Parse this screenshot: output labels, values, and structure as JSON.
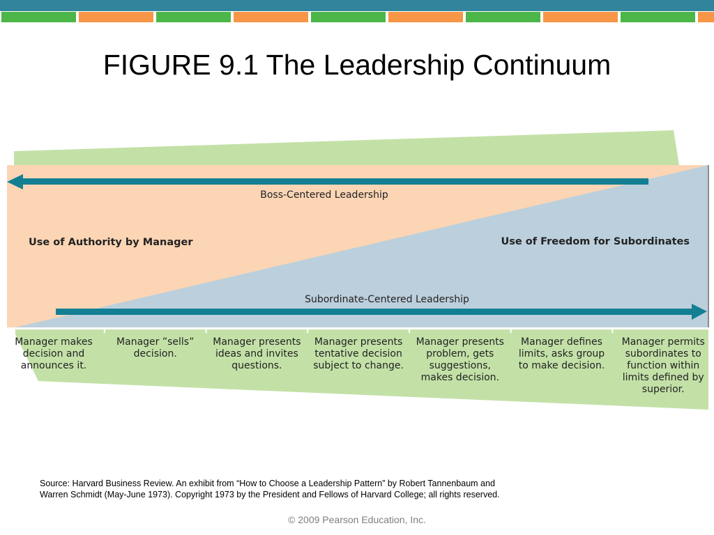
{
  "slide": {
    "title": "FIGURE 9.1 The Leadership Continuum",
    "source_line1": "Source: Harvard Business Review. An exhibit from “How to Choose a Leadership Pattern” by Robert Tannenbaum and",
    "source_line2": "Warren Schmidt (May-June 1973). Copyright 1973 by the President and Fellows of Harvard College; all rights reserved.",
    "copyright": "© 2009 Pearson Education, Inc."
  },
  "diagram": {
    "boss_centered_label": "Boss-Centered Leadership",
    "subordinate_centered_label": "Subordinate-Centered Leadership",
    "authority_label": "Use of Authority by Manager",
    "freedom_label": "Use of Freedom for Subordinates",
    "stages": [
      {
        "lines": [
          "Manager makes",
          "decision and",
          "announces it."
        ]
      },
      {
        "lines": [
          "Manager ”sells”",
          "decision."
        ]
      },
      {
        "lines": [
          "Manager presents",
          "ideas and invites",
          "questions."
        ]
      },
      {
        "lines": [
          "Manager presents",
          "tentative decision",
          "subject to change."
        ]
      },
      {
        "lines": [
          "Manager presents",
          "problem, gets",
          "suggestions,",
          "makes decision."
        ]
      },
      {
        "lines": [
          "Manager defines",
          "limits, asks group",
          "to make decision."
        ]
      },
      {
        "lines": [
          "Manager permits",
          "subordinates to",
          "function within",
          "limits defined by",
          "superior."
        ]
      }
    ]
  },
  "colors": {
    "header_bar": "#31849b",
    "stripe_green": "#4cb648",
    "stripe_orange": "#f79646",
    "boss_area": "#fcd5b5",
    "subordinate_area": "#bccfdc",
    "backdrop_green": "#c3e1a7",
    "arrow_teal": "#137f93"
  }
}
